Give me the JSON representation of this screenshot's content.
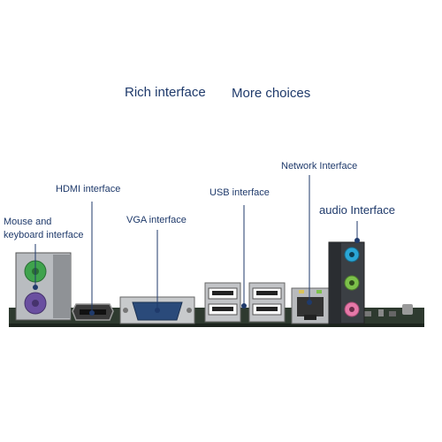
{
  "headline": {
    "left": "Rich interface",
    "right": "More choices"
  },
  "labels": {
    "mouse_keyboard_line1": "Mouse and",
    "mouse_keyboard_line2": "keyboard interface",
    "hdmi": "HDMI interface",
    "vga": "VGA interface",
    "usb": "USB interface",
    "network": "Network Interface",
    "audio": "audio Interface"
  },
  "colors": {
    "label_text": "#1f3a6b",
    "ps2_mouse": "#3fa34d",
    "ps2_keyboard": "#6a4fa0",
    "audio_line_in": "#2aa6d6",
    "audio_line_out": "#7cc04a",
    "audio_mic": "#e678a8",
    "board_pcb": "#2e3a2f"
  }
}
